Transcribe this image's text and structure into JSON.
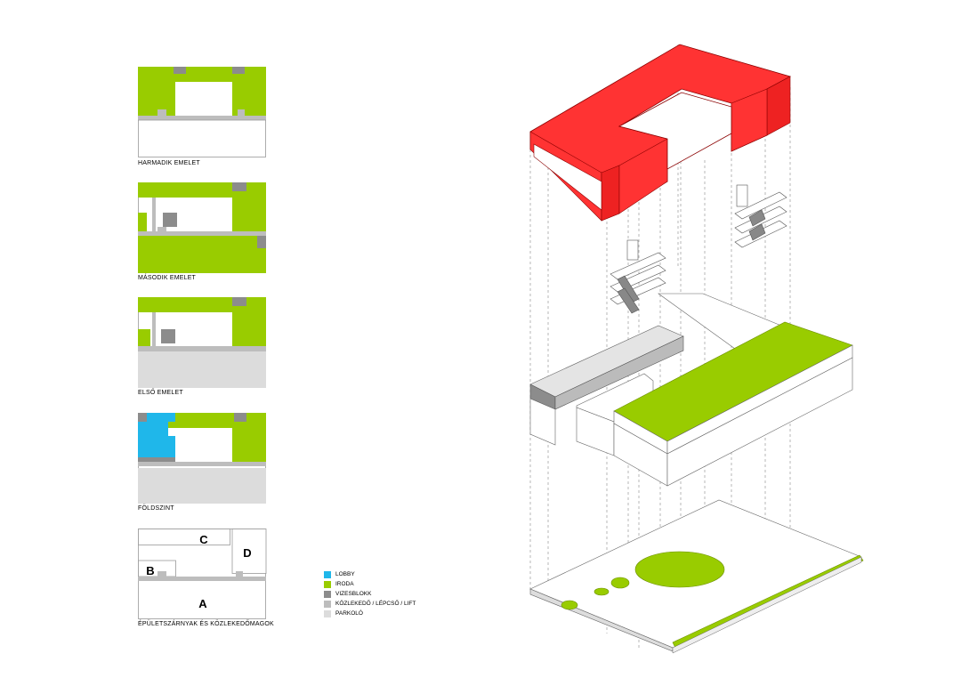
{
  "colors": {
    "lobby": "#1fb7ea",
    "iroda": "#99cc00",
    "vizesblokk": "#8c8c8c",
    "kozlekedo": "#bdbdbd",
    "parkolo": "#dcdcdc",
    "roof": "#ff3333"
  },
  "plans": [
    {
      "label": "HARMADIK EMELET"
    },
    {
      "label": "MÁSODIK EMELET"
    },
    {
      "label": "ELSŐ EMELET"
    },
    {
      "label": "FÖLDSZINT"
    },
    {
      "label": "ÉPÜLETSZÁRNYAK ÉS KÖZLEKEDŐMAGOK"
    }
  ],
  "wings": {
    "a": "A",
    "b": "B",
    "c": "C",
    "d": "D"
  },
  "legend": [
    {
      "label": "LOBBY",
      "color": "#1fb7ea"
    },
    {
      "label": "IRODA",
      "color": "#99cc00"
    },
    {
      "label": "VIZESBLOKK",
      "color": "#8c8c8c"
    },
    {
      "label": "KÖZLEKEDŐ / LÉPCSŐ / LIFT",
      "color": "#bdbdbd"
    },
    {
      "label": "PARKOLÓ",
      "color": "#dcdcdc"
    }
  ]
}
